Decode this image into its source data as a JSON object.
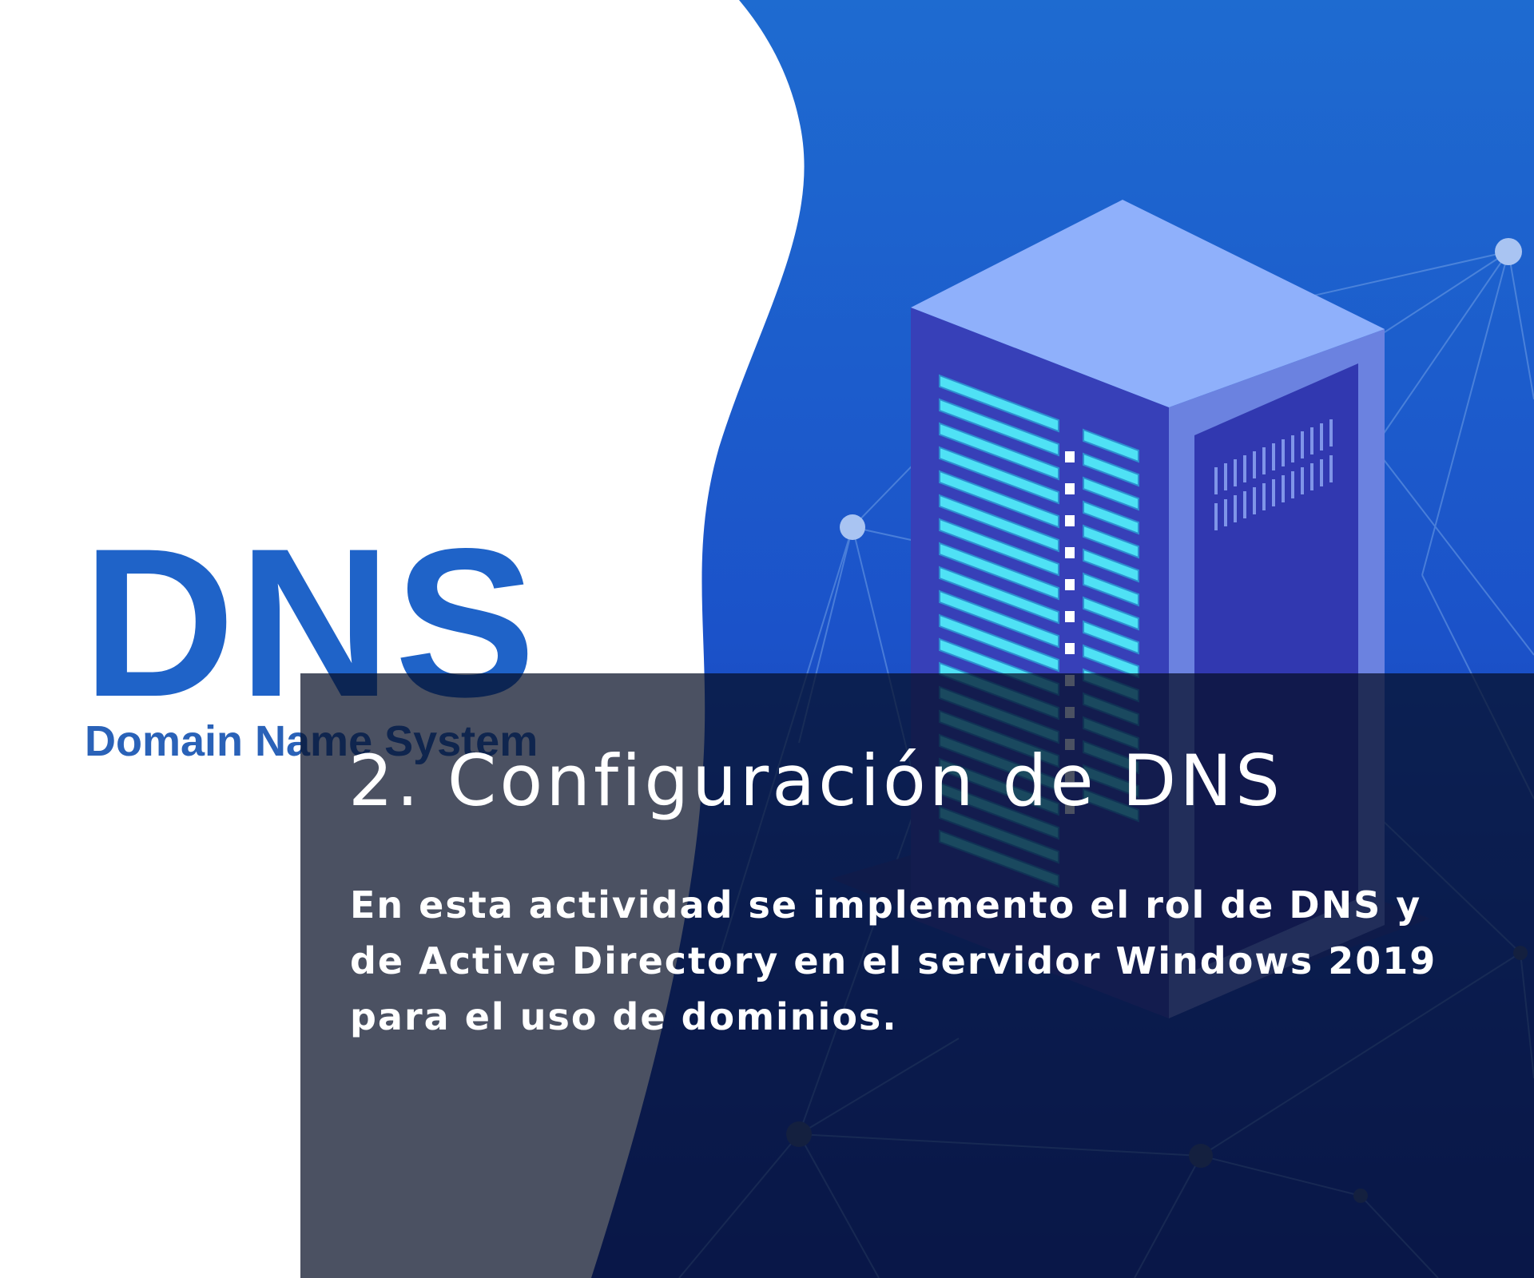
{
  "logo": {
    "letters": "DNS",
    "subtitle": "Domain Name System"
  },
  "panel": {
    "title": "2. Configuración de DNS",
    "description": "En esta actividad se implemento el rol de DNS y de Active Directory en el servidor Windows 2019 para el uso de dominios."
  },
  "colors": {
    "logo_blue": "#1f63c8",
    "background_blue": "#1c5ccb",
    "server_front": "#3740b8",
    "server_top": "#8fb0fb",
    "server_slots": "#4fe1f5",
    "panel_overlay": "#050e26"
  },
  "icons": {
    "server": "server-rack-icon",
    "network": "network-mesh-icon"
  }
}
